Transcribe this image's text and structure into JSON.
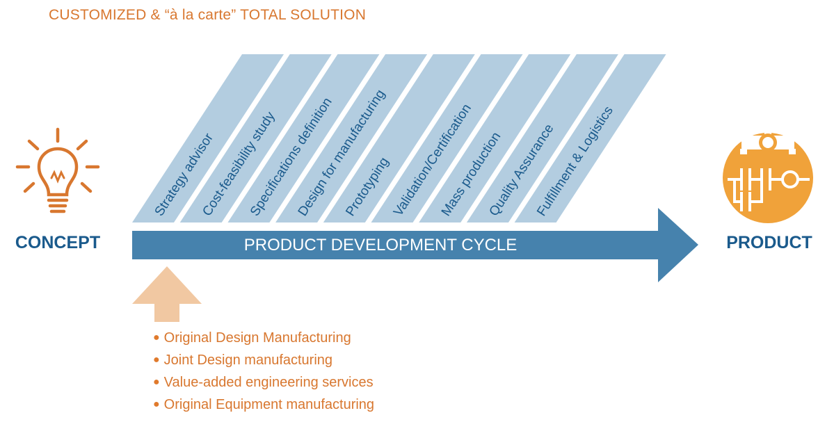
{
  "header": {
    "title": "CUSTOMIZED & “à la carte” TOTAL SOLUTION"
  },
  "concept": {
    "label": "CONCEPT",
    "icon": "lightbulb-icon"
  },
  "product": {
    "label": "PRODUCT",
    "icon": "gear-circuit-icon"
  },
  "arrow": {
    "label": "PRODUCT DEVELOPMENT CYCLE"
  },
  "stages": [
    {
      "label": "Strategy advisor"
    },
    {
      "label": "Cost-feasibility study"
    },
    {
      "label": "Specifications definition"
    },
    {
      "label": "Design for manufacturing"
    },
    {
      "label": "Prototyping"
    },
    {
      "label": "Validation/Certification"
    },
    {
      "label": "Mass production"
    },
    {
      "label": "Quality Assurance"
    },
    {
      "label": "Fulfillment & Logistics"
    }
  ],
  "services": [
    {
      "label": "Original Design Manufacturing"
    },
    {
      "label": "Joint Design manufacturing"
    },
    {
      "label": "Value-added engineering services"
    },
    {
      "label": "Original Equipment manufacturing"
    }
  ],
  "colors": {
    "accent": "#d8772f",
    "primary": "#1a5a8c",
    "arrow": "#4682ad",
    "stage": "#b3cde0",
    "up_arrow": "#f1c8a2"
  }
}
